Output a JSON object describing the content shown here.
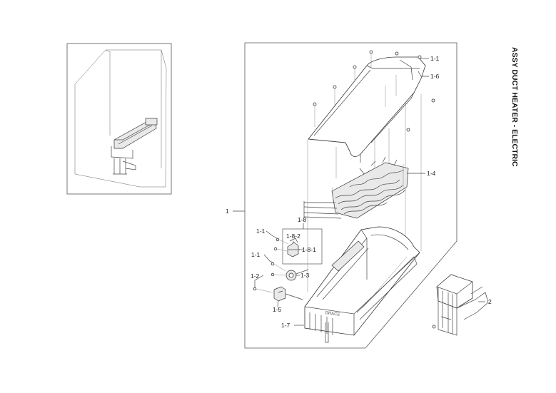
{
  "title": "ASSY DUCT HEATER - ELECTRIC",
  "callouts": {
    "c1": "1",
    "c1_1a": "1-1",
    "c1_1b": "1-1",
    "c1_1c": "1-1",
    "c1_2": "1-2",
    "c1_3": "1-3",
    "c1_4": "1-4",
    "c1_5": "1-5",
    "c1_6": "1-6",
    "c1_7": "1-7",
    "c1_8": "1-8",
    "c1_8_1": "1-8-1",
    "c1_8_2": "1-8-2",
    "c2": "2"
  }
}
